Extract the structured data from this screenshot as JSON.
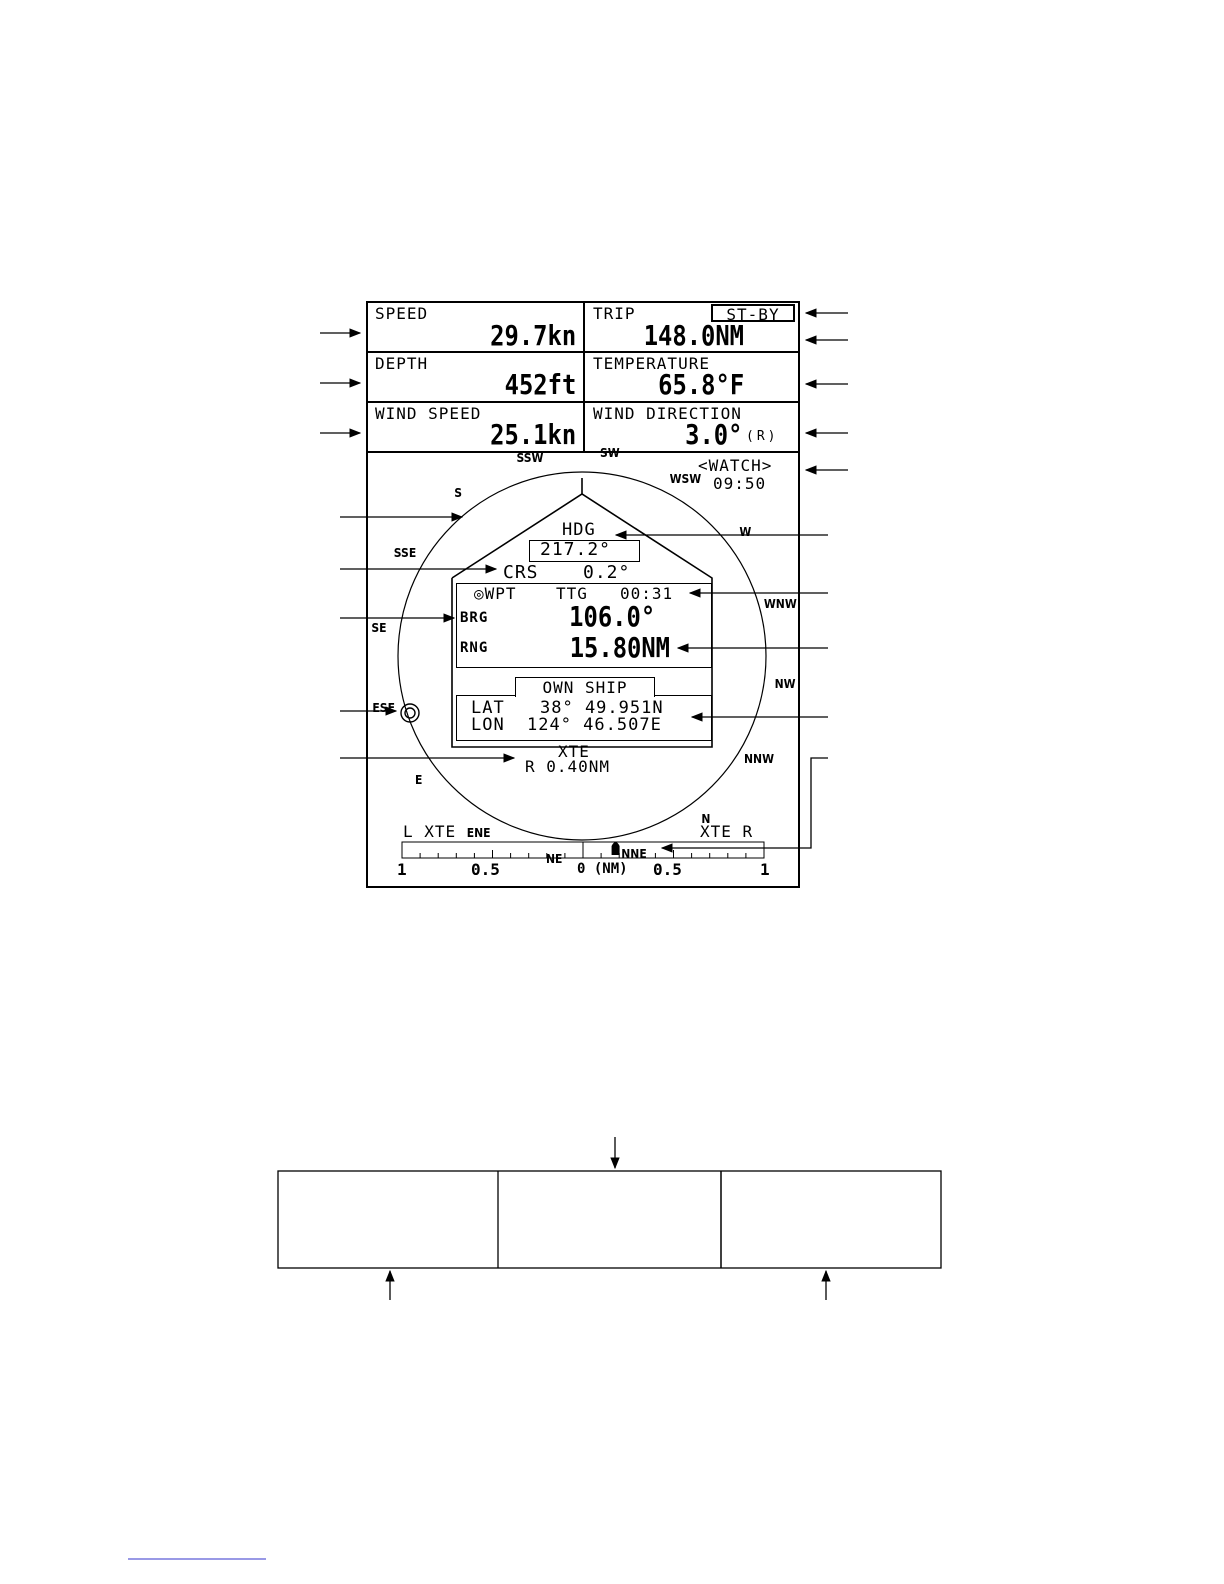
{
  "speed": {
    "label": "SPEED",
    "value": "29.7kn"
  },
  "trip": {
    "label": "TRIP",
    "mode": "ST-BY",
    "value": "148.0NM"
  },
  "depth": {
    "label": "DEPTH",
    "value": "452ft"
  },
  "temperature": {
    "label": "TEMPERATURE",
    "value": "65.8°F"
  },
  "wind_speed": {
    "label": "WIND SPEED",
    "value": "25.1kn"
  },
  "wind_direction": {
    "label": "WIND DIRECTION",
    "value": "3.0°",
    "ref": "(R)"
  },
  "watch": {
    "label": "<WATCH>",
    "time": "09:50"
  },
  "compass": {
    "points": [
      {
        "name": "S",
        "deg": 180
      },
      {
        "name": "SSW",
        "deg": 202.5
      },
      {
        "name": "SW",
        "deg": 225
      },
      {
        "name": "WSW",
        "deg": 247.5
      },
      {
        "name": "W",
        "deg": 270
      },
      {
        "name": "WNW",
        "deg": 292.5
      },
      {
        "name": "NW",
        "deg": 315
      },
      {
        "name": "NNW",
        "deg": 337.5
      },
      {
        "name": "N",
        "deg": 0
      },
      {
        "name": "NNE",
        "deg": 22.5
      },
      {
        "name": "NE",
        "deg": 45
      },
      {
        "name": "ENE",
        "deg": 67.5
      },
      {
        "name": "E",
        "deg": 90
      },
      {
        "name": "ESE",
        "deg": 112.5
      },
      {
        "name": "SE",
        "deg": 135
      },
      {
        "name": "SSE",
        "deg": 157.5
      }
    ],
    "heading_deg": 217.2
  },
  "hdg": {
    "label": "HDG",
    "value": "217.2°"
  },
  "crs": {
    "label": "CRS",
    "value": "0.2°"
  },
  "wpt": {
    "label": "◎WPT",
    "ttg_label": "TTG",
    "ttg": "00:31"
  },
  "brg": {
    "label": "BRG",
    "value": "106.0°"
  },
  "rng": {
    "label": "RNG",
    "value": "15.80NM"
  },
  "own_ship": {
    "label": "OWN SHIP",
    "lat_label": "LAT",
    "lat": "38° 49.951N",
    "lon_label": "LON",
    "lon": "124° 46.507E"
  },
  "xte": {
    "label": "XTE",
    "value": "R  0.40NM",
    "left_label": "L XTE",
    "right_label": "XTE R",
    "scale_labels": [
      "1",
      "0.5",
      "0 (NM)",
      "0.5",
      "1"
    ],
    "offset_nm": 0.4
  }
}
